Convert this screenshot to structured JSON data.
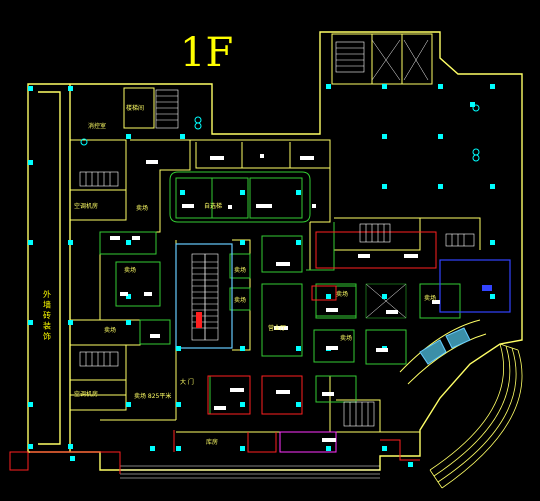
{
  "floor_title": "1F",
  "side_label": "外 墙 砖 装 饰",
  "rooms": {
    "room_a": "消控室",
    "room_b": "楼梯间",
    "room_c": "空调机房",
    "room_d": "空调机房",
    "room_e": "卖场",
    "room_f": "卖场",
    "room_g": "自选梯",
    "room_h": "卖场",
    "room_i": "卖场",
    "room_j": "卖场 825平米",
    "room_k": "卖场",
    "room_l": "营业厅",
    "room_m": "大 门",
    "room_n": "卖场",
    "room_o": "卖场",
    "room_p": "卖场",
    "room_q": "库房"
  },
  "colors": {
    "wall": "#ffff66",
    "column": "#00ffff",
    "green": "#33cc33",
    "red": "#ff2020",
    "blue": "#3344ff",
    "magenta": "#ff33ff",
    "white": "#ffffff"
  }
}
